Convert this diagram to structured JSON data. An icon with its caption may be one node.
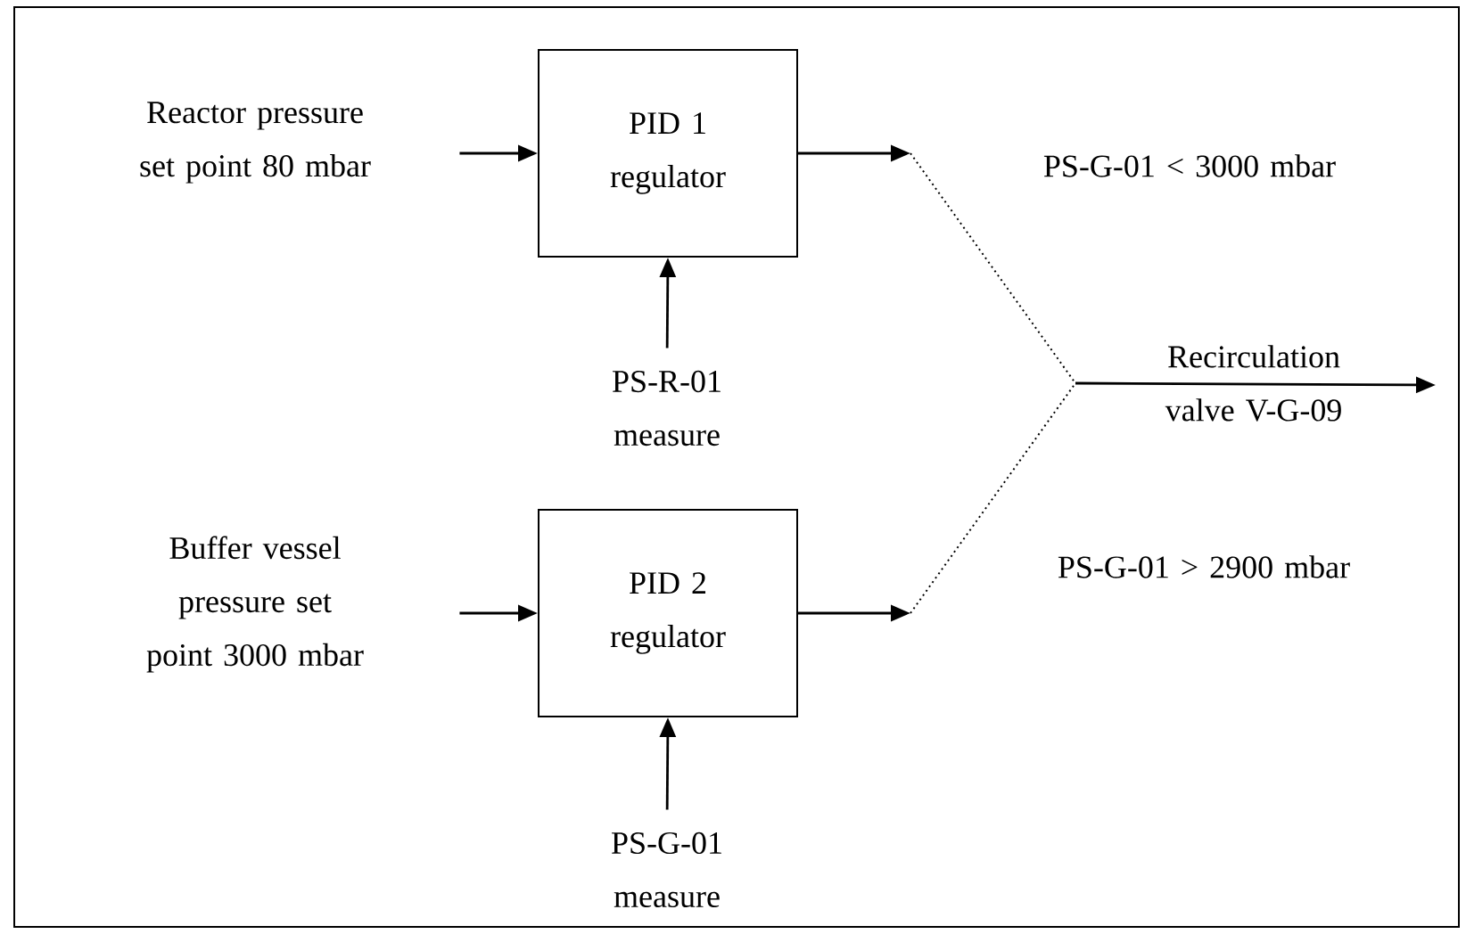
{
  "diagram": {
    "nodes": [
      {
        "text": [
          "Reactor pressure set point 80 mbar"
        ]
      },
      {
        "text": [
          "PID 1 regulator"
        ]
      },
      {
        "text": [
          "PS-R-01 measure"
        ]
      },
      {
        "text": [
          "Buffer vessel pressure set point 3000 mbar"
        ]
      },
      {
        "text": [
          "PID 2 regulator"
        ]
      },
      {
        "text": [
          "PS-G-01 measure"
        ]
      }
    ],
    "edges": [
      {
        "from": 0,
        "to": 1,
        "arrow": "to"
      },
      {
        "from": 2,
        "to": 1,
        "arrow": "to"
      },
      {
        "from": 3,
        "to": 4,
        "arrow": "to"
      },
      {
        "from": 5,
        "to": 4,
        "arrow": "to"
      },
      {
        "from": 1,
        "to": null,
        "arrow": "to"
      },
      {
        "from": 4,
        "to": null,
        "arrow": "to"
      }
    ],
    "labels": [
      "PS-G-01 < 3000 mbar",
      "Recirculation valve V-G-09",
      "PS-G-01 > 2900 mbar"
    ]
  }
}
